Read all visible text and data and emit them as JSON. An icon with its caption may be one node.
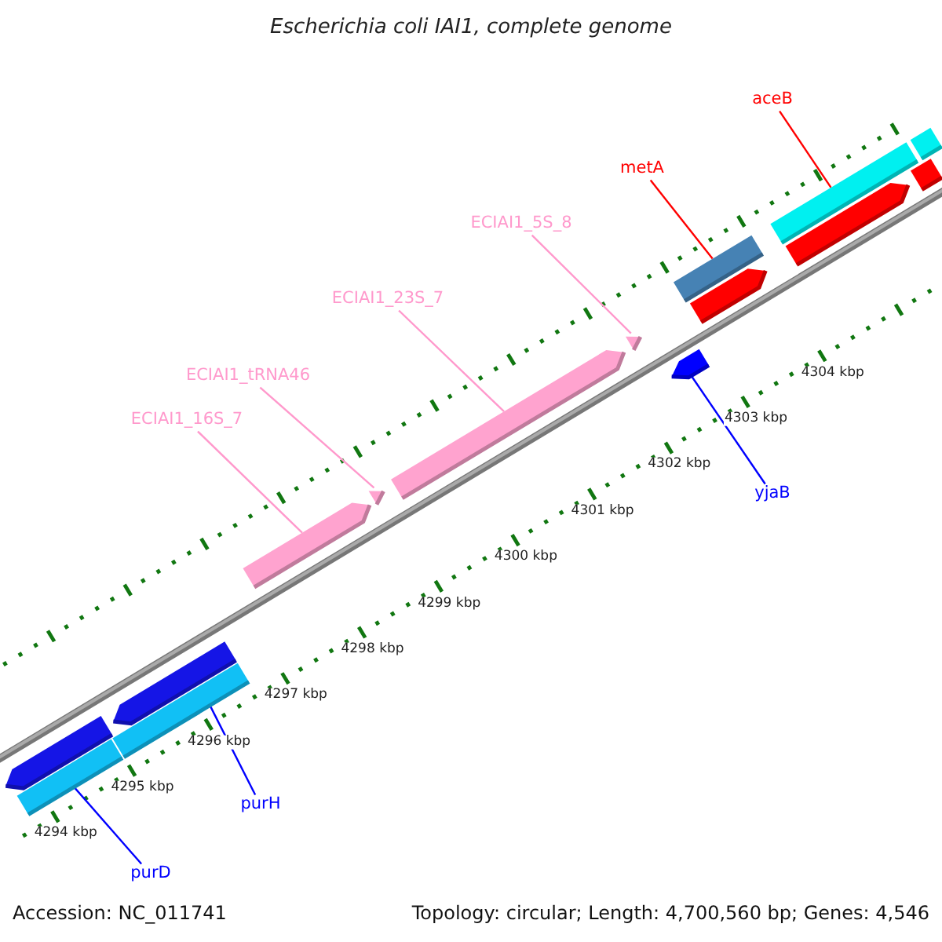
{
  "diagram": {
    "title": "Escherichia coli IAI1, complete genome",
    "nodes": [
      {
        "text": [
          "aceB"
        ]
      },
      {
        "text": [
          "metA"
        ]
      },
      {
        "text": [
          "ECIAI1_5S_8"
        ]
      },
      {
        "text": [
          "ECIAI1_23S_7"
        ]
      },
      {
        "text": [
          "ECIAI1_tRNA46"
        ]
      },
      {
        "text": [
          "ECIAI1_16S_7"
        ]
      },
      {
        "text": [
          "yjaB"
        ]
      },
      {
        "text": [
          "purH"
        ]
      },
      {
        "text": [
          "purD"
        ]
      },
      {
        "text": [],
        "shape": "pentagon"
      },
      {
        "text": [],
        "shape": "bar"
      },
      {
        "text": [],
        "shape": "pentagon"
      },
      {
        "text": [],
        "shape": "bar"
      },
      {
        "text": [],
        "shape": "pentagon"
      },
      {
        "text": [],
        "shape": "pentagon"
      },
      {
        "text": [],
        "shape": "pentagon"
      },
      {
        "text": [],
        "shape": "pentagon"
      },
      {
        "text": [],
        "shape": "pentagon"
      },
      {
        "text": [],
        "shape": "bar"
      },
      {
        "text": [],
        "shape": "pentagon"
      },
      {
        "text": [],
        "shape": "bar"
      },
      {
        "text": [],
        "shape": "pentagon"
      },
      {
        "text": [],
        "shape": "bar"
      },
      {
        "text": [],
        "shape": "bar"
      }
    ],
    "edges": [
      {
        "from": 0,
        "to": 20,
        "arrow": "none",
        "color": "#ff0000"
      },
      {
        "from": 1,
        "to": 18,
        "arrow": "none",
        "color": "#ff0000"
      },
      {
        "from": 2,
        "to": 16,
        "arrow": "none"
      },
      {
        "from": 3,
        "to": 15,
        "arrow": "none"
      },
      {
        "from": 4,
        "to": 14,
        "arrow": "none"
      },
      {
        "from": 5,
        "to": 13,
        "arrow": "none"
      },
      {
        "from": 6,
        "to": 17,
        "arrow": "none",
        "color": "#0000ff"
      },
      {
        "from": 7,
        "to": 12,
        "arrow": "none",
        "color": "#0000ff"
      },
      {
        "from": 8,
        "to": 10,
        "arrow": "none",
        "color": "#0000ff"
      }
    ],
    "labels": [
      "4304 kbp",
      "4303 kbp",
      "4302 kbp",
      "4301 kbp",
      "4300 kbp",
      "4299 kbp",
      "4298 kbp",
      "4297 kbp",
      "4296 kbp",
      "4295 kbp",
      "4294 kbp",
      "Accession: NC_011741",
      "Topology: circular; Length: 4,700,560 bp; Genes: 4,546"
    ]
  }
}
